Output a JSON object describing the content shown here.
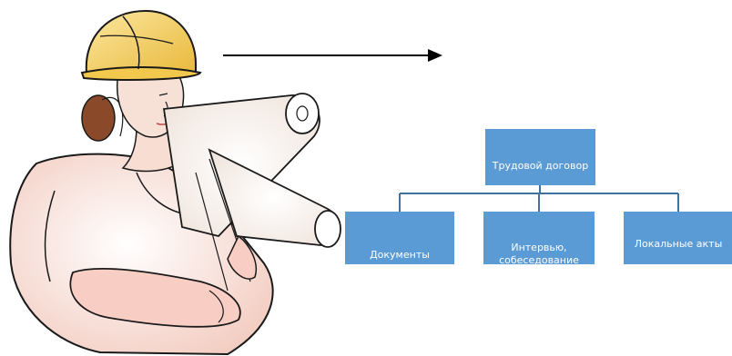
{
  "diagram": {
    "top_box": {
      "label": "Трудовой договор"
    },
    "children": [
      {
        "label": "Документы"
      },
      {
        "label": "Интервью, собеседование"
      },
      {
        "label": "Локальные акты"
      }
    ]
  },
  "colors": {
    "box_fill": "#5b9bd5",
    "connector": "#41719c",
    "text": "#ffffff",
    "arrow": "#000000",
    "helmet": "#f2c94c",
    "skin": "#f7ddd2",
    "hair": "#8a4a2a"
  },
  "icons": {
    "illustration": "engineer-with-blueprints-clipart",
    "arrow": "right-arrow-icon"
  }
}
